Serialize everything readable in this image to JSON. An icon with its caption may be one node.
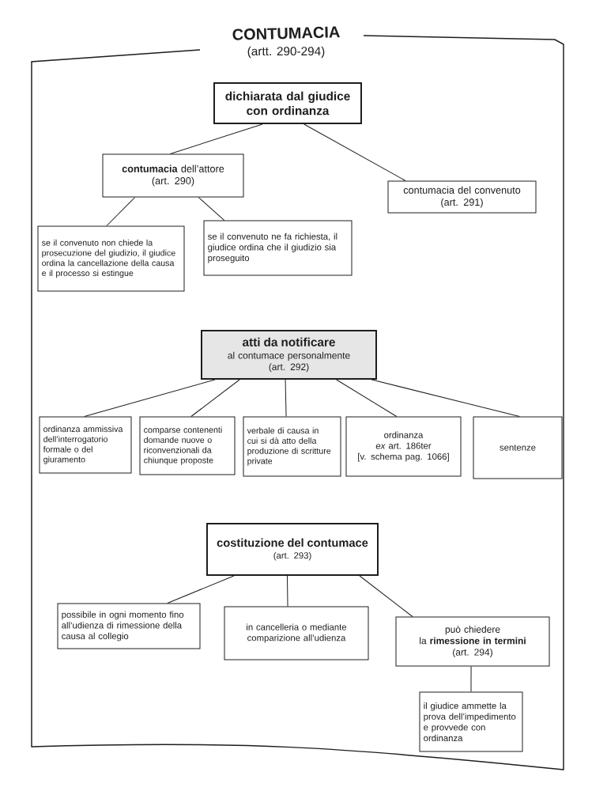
{
  "diagram": {
    "title": "CONTUMACIA",
    "nodes": [
      {
        "text": [
          "dichiarata dal giudice con ordinanza"
        ]
      },
      {
        "text": [
          "**contumacia** dell’attore",
          "(art. 290)"
        ]
      },
      {
        "text": [
          "contumacia del convenuto",
          "(art. 291)"
        ]
      },
      {
        "text": [
          "se il convenuto non chiede la prosecuzione del giudizio, il giudice ordina la cancellazione della causa e il processo si estingue"
        ]
      },
      {
        "text": [
          "se il convenuto ne fa richiesta, il giudice ordina che il giudizio sia proseguito"
        ]
      },
      {
        "text": [
          "atti da notificare",
          "al contumace personalmente",
          "(art. 292)"
        ]
      },
      {
        "text": [
          "ordinanza ammissiva dell’interrogatorio formale o del giuramento"
        ]
      },
      {
        "text": [
          "comparse contenenti domande nuove o riconvenzionali da chiunque proposte"
        ]
      },
      {
        "text": [
          "verbale di causa in cui si dà atto della produzione di scritture private"
        ]
      },
      {
        "text": [
          "ordinanza",
          "*ex* art. 186ter",
          "[v. schema pag. 1066]"
        ]
      },
      {
        "text": [
          "sentenze"
        ]
      },
      {
        "text": [
          "costituzione del contumace",
          "(art. 293)"
        ]
      },
      {
        "text": [
          "possibile in ogni momento fino all’udienza di rimessione della causa al collegio"
        ]
      },
      {
        "text": [
          "in cancelleria o mediante comparizione all’udienza"
        ]
      },
      {
        "text": [
          "può chiedere",
          "la **rimessione in termini**",
          "(art. 294)"
        ]
      },
      {
        "text": [
          "il giudice ammette la prova dell’impedimento e provvede con ordinanza"
        ]
      }
    ],
    "edges": [
      {
        "from": 0,
        "to": 1,
        "arrow": "none"
      },
      {
        "from": 0,
        "to": 2,
        "arrow": "none"
      },
      {
        "from": 1,
        "to": 3,
        "arrow": "none"
      },
      {
        "from": 1,
        "to": 4,
        "arrow": "none"
      },
      {
        "from": 5,
        "to": 6,
        "arrow": "none"
      },
      {
        "from": 5,
        "to": 7,
        "arrow": "none"
      },
      {
        "from": 5,
        "to": 8,
        "arrow": "none"
      },
      {
        "from": 5,
        "to": 9,
        "arrow": "none"
      },
      {
        "from": 5,
        "to": 10,
        "arrow": "none"
      },
      {
        "from": 11,
        "to": 12,
        "arrow": "none"
      },
      {
        "from": 11,
        "to": 13,
        "arrow": "none"
      },
      {
        "from": 11,
        "to": 14,
        "arrow": "none"
      },
      {
        "from": 14,
        "to": 15,
        "arrow": "none"
      }
    ],
    "labels": [
      "(artt. 290-294)"
    ]
  }
}
